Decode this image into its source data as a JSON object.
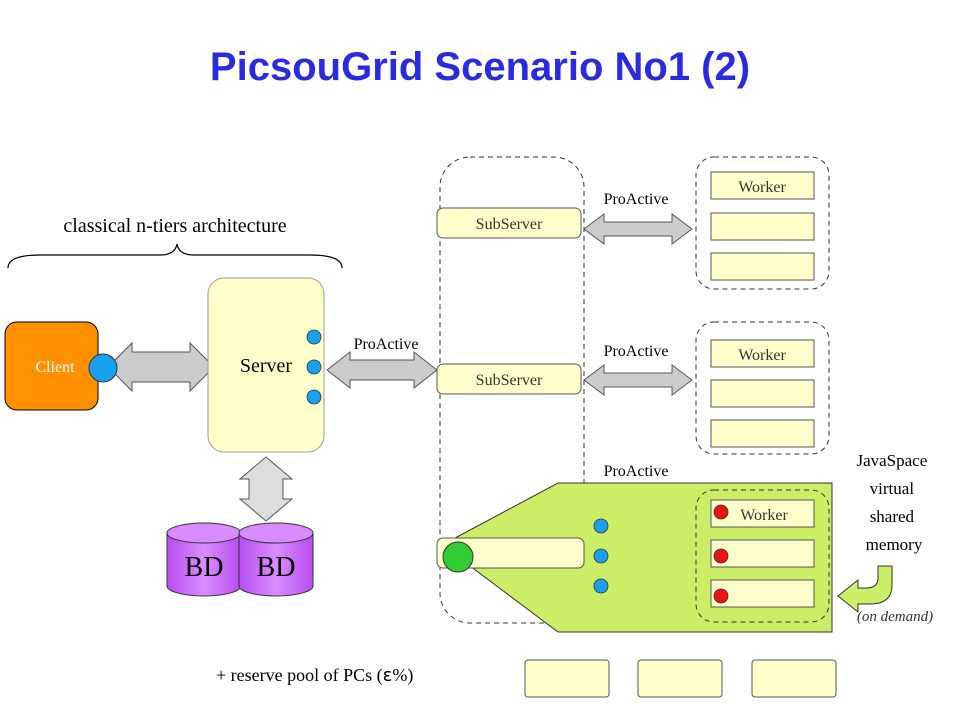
{
  "title": "PicsouGrid Scenario No1 (2)",
  "subtitle_brace": "classical n-tiers architecture",
  "client_label": "Client",
  "server_label": "Server",
  "db_label_1": "BD",
  "db_label_2": "BD",
  "subserver_label_1": "SubServer",
  "subserver_label_2": "SubServer",
  "proactive_server": "ProActive",
  "proactive_1": "ProActive",
  "proactive_2": "ProActive",
  "proactive_3": "ProActive",
  "worker_label_1": "Worker",
  "worker_label_2": "Worker",
  "worker_label_3": "Worker",
  "javaspace_lines": [
    "JavaSpace",
    "virtual",
    "shared",
    "memory"
  ],
  "on_demand": "(on demand)",
  "reserve_pool_prefix": "+ reserve pool of PCs (",
  "reserve_pool_symbol": "ε",
  "reserve_pool_suffix": "%)",
  "colors": {
    "title": "#2a2ae0",
    "client": "#ff9000",
    "server_fill": "#ffffcc",
    "db_fill": "#cc66ff",
    "dots_blue": "#1aa0f0",
    "dot_green": "#33cc33",
    "dot_red": "#ee1111",
    "shape_green": "#ccee66"
  }
}
